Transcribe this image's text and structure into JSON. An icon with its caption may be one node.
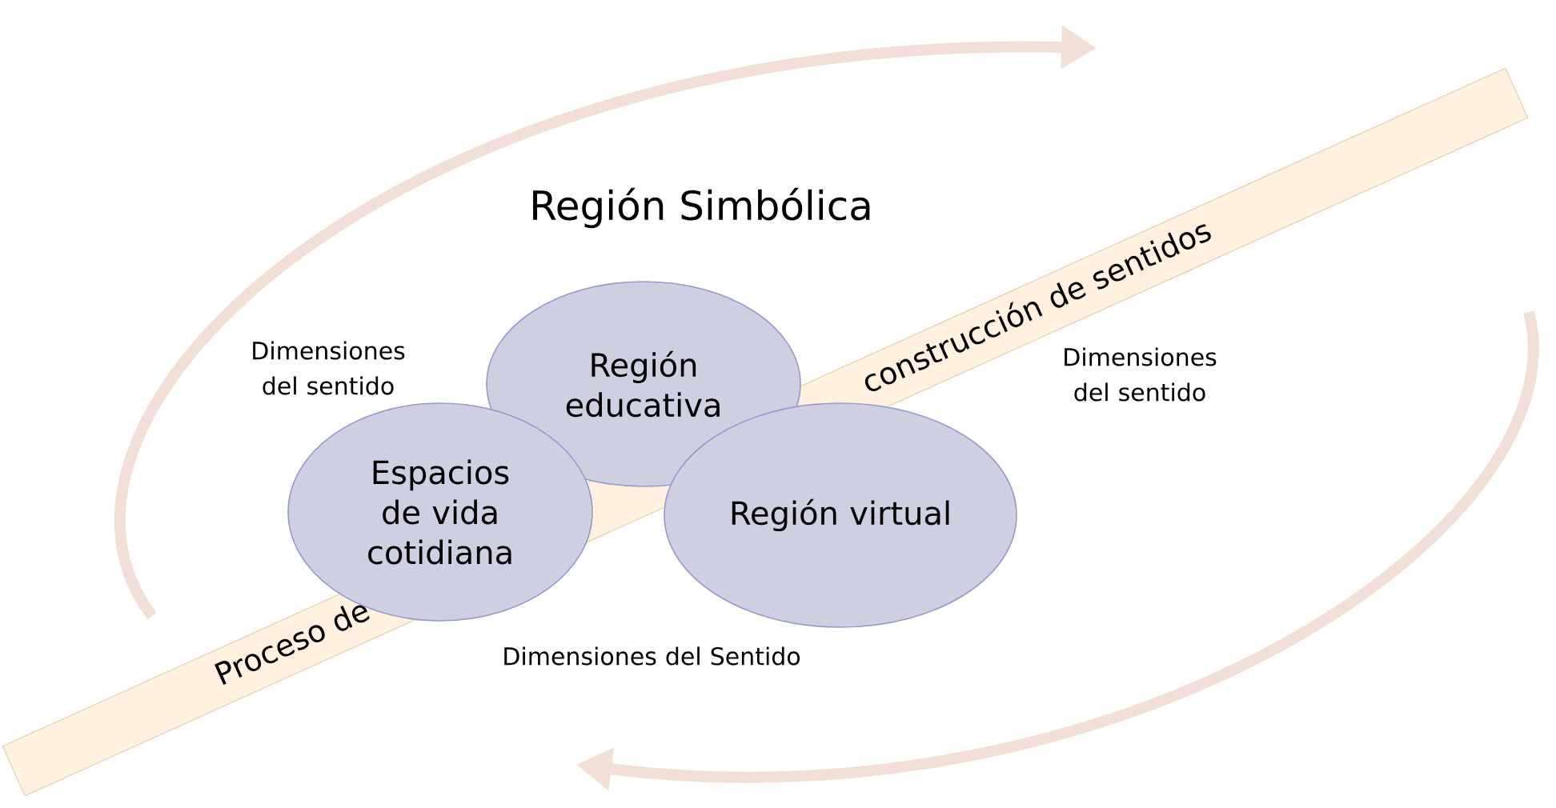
{
  "diagram": {
    "title": "Región Simbólica",
    "nodes": [
      {
        "text": [
          "Proceso de",
          "construcción de sentidos"
        ]
      },
      {
        "text": [
          "Región educativa"
        ]
      },
      {
        "text": [
          "Espacios de vida cotidiana"
        ]
      },
      {
        "text": [
          "Región virtual"
        ]
      }
    ],
    "labels": [
      "Dimensiones del sentido",
      "Dimensiones del sentido",
      "Dimensiones del Sentido"
    ]
  }
}
